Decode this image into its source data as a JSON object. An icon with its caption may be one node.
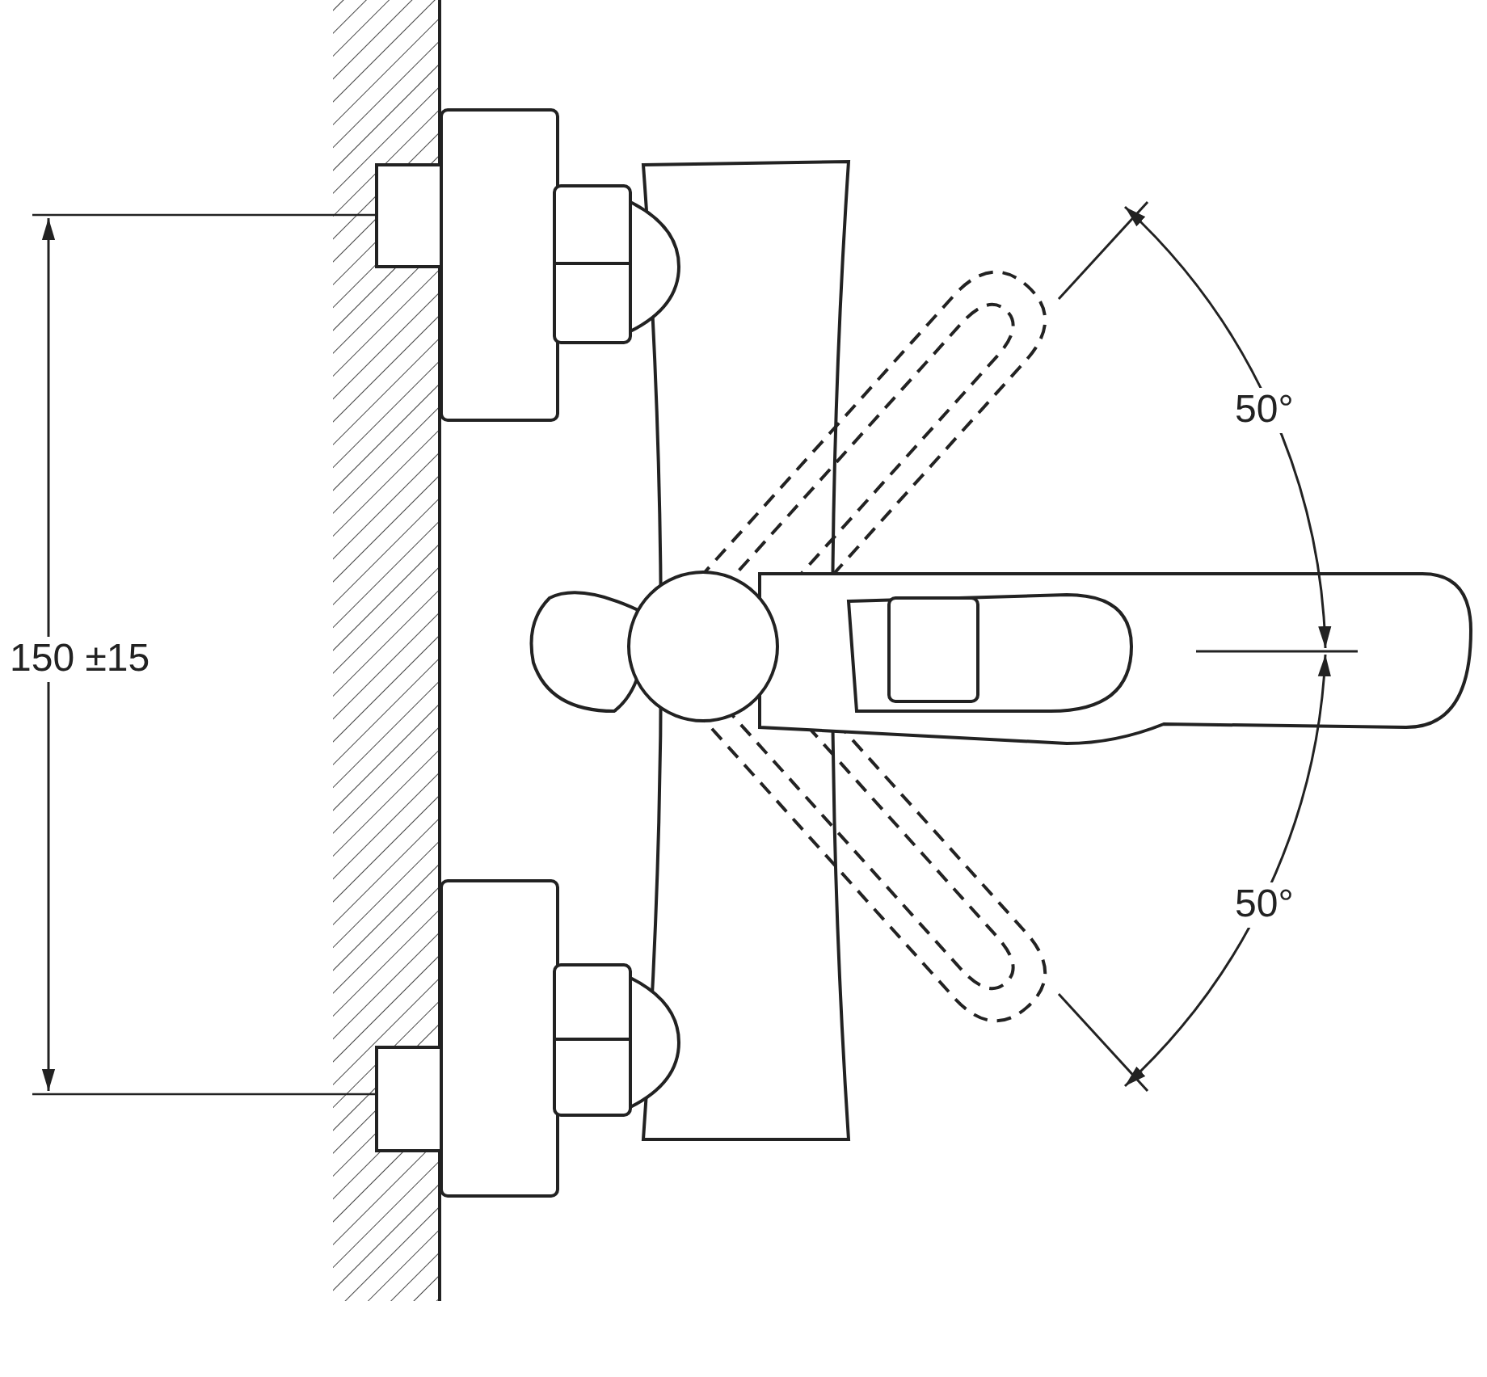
{
  "diagram": {
    "labels": [
      "150 ±15",
      "50°",
      "50°"
    ]
  }
}
